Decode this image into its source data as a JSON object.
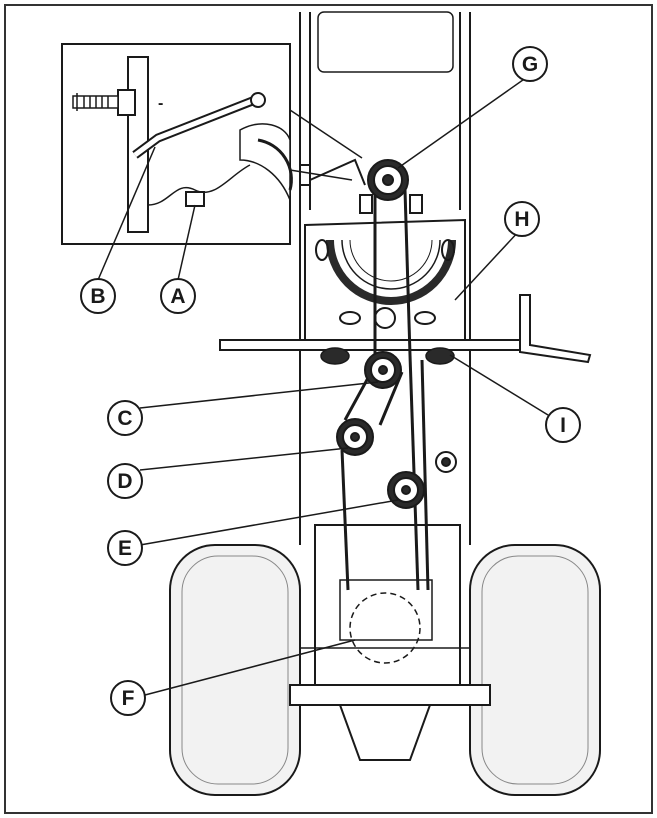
{
  "diagram": {
    "callouts": {
      "A": "A",
      "B": "B",
      "C": "C",
      "D": "D",
      "E": "E",
      "F": "F",
      "G": "G",
      "H": "H",
      "I": "I"
    },
    "inset_marks": {
      "dash": "-"
    },
    "colors": {
      "line": "#1a1a1a",
      "background": "#ffffff",
      "tire": "#f2f2f2"
    }
  }
}
